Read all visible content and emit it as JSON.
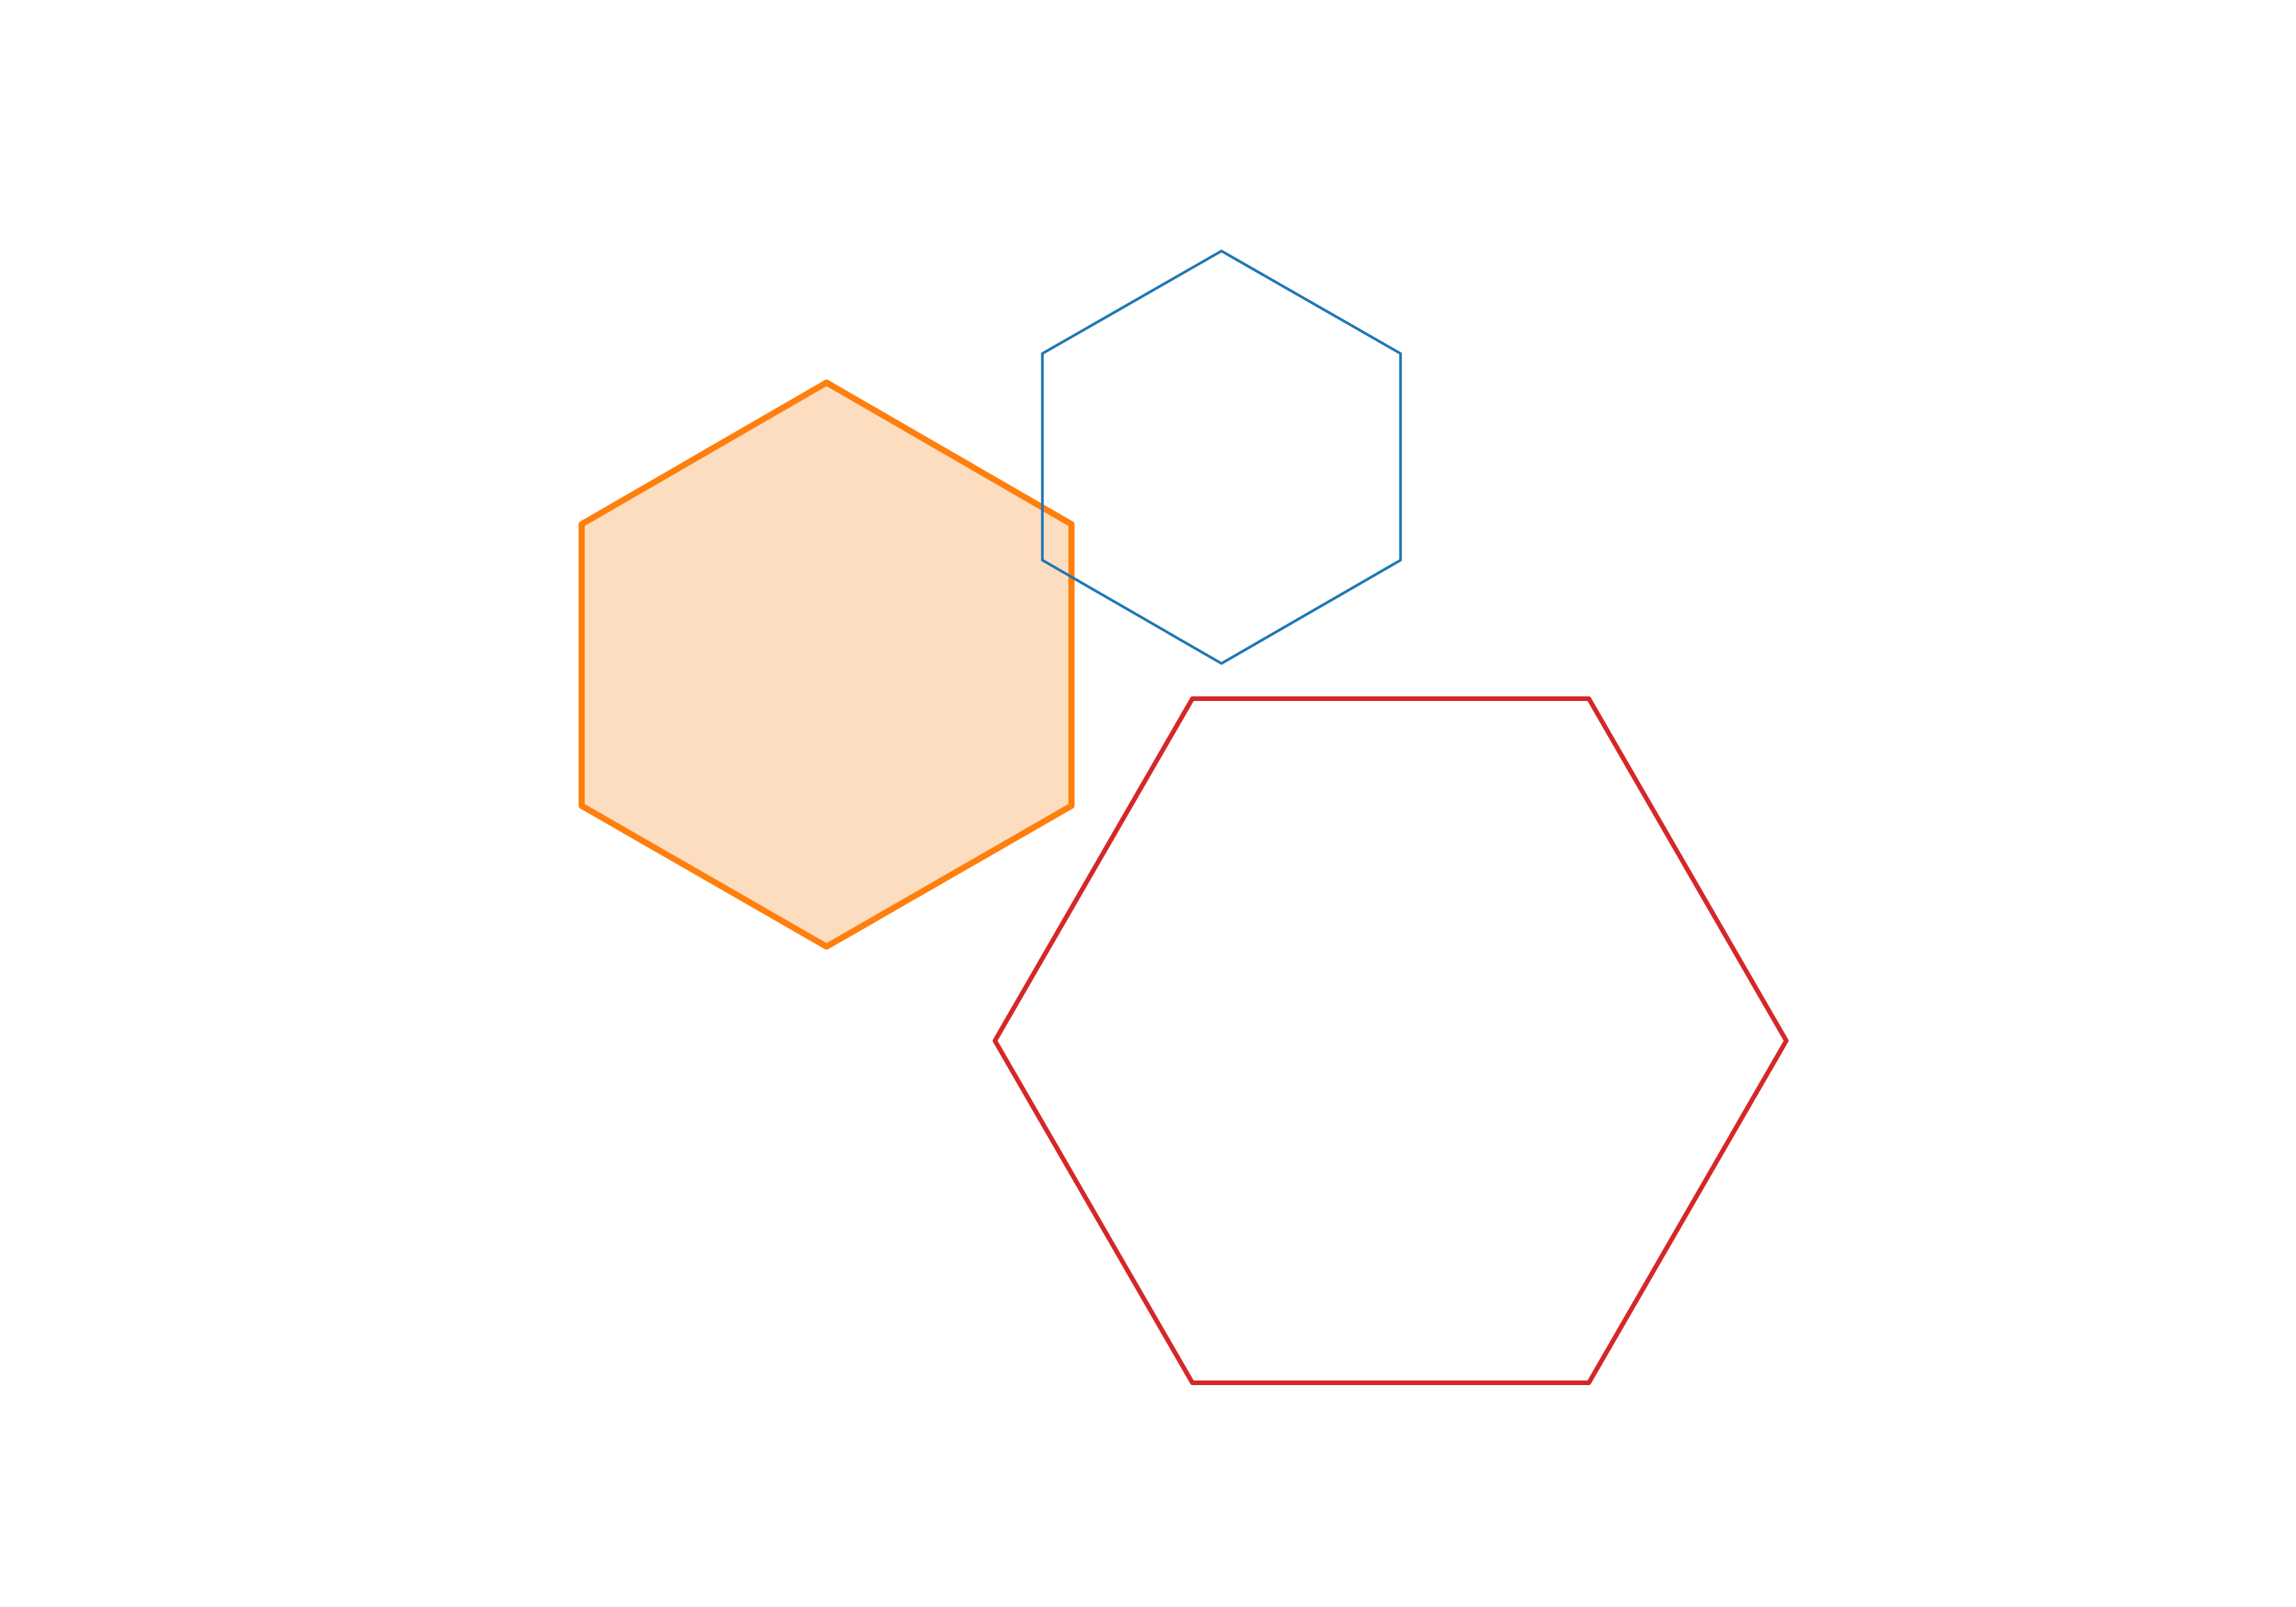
{
  "background": "#ffffff",
  "shapes": [
    {
      "id": "hexagon-orange-filled",
      "kind": "hexagon",
      "orientation": "pointy-top",
      "stroke": "#ff7f0e",
      "fill": "#fdddbf",
      "filled": true,
      "stroke_style": "thick"
    },
    {
      "id": "hexagon-blue-outline",
      "kind": "hexagon",
      "orientation": "pointy-top",
      "stroke": "#1f77b4",
      "fill": "none",
      "filled": false,
      "stroke_style": "thin"
    },
    {
      "id": "hexagon-red-outline",
      "kind": "hexagon",
      "orientation": "flat-top",
      "stroke": "#d62728",
      "fill": "none",
      "filled": false,
      "stroke_style": "medium"
    }
  ]
}
